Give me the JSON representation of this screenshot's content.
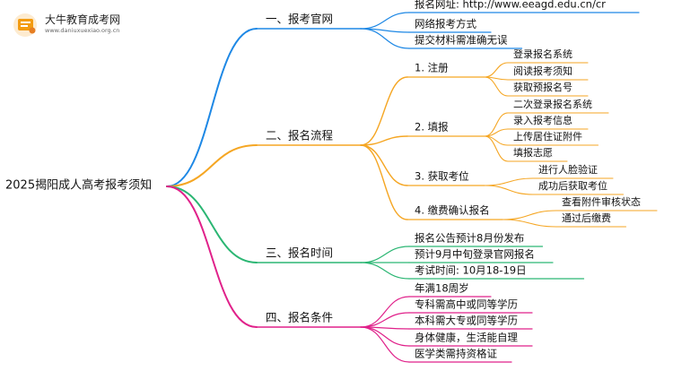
{
  "logo": {
    "title": "大牛教育成考网",
    "domain": "www.daniuxuexiao.org.cn"
  },
  "colors": {
    "blue": "#1e88e5",
    "orange": "#f5a623",
    "green": "#2bb673",
    "magenta": "#e0218a",
    "logo_orange": "#f39c12",
    "text": "#111111"
  },
  "root": {
    "label": "2025揭阳成人高考报考须知"
  },
  "branches": [
    {
      "label": "一、报考官网",
      "color": "blue",
      "children": [
        {
          "label": "报名网址: http://www.eeagd.edu.cn/cr"
        },
        {
          "label": "网络报考方式"
        },
        {
          "label": "提交材料需准确无误"
        }
      ]
    },
    {
      "label": "二、报名流程",
      "color": "orange",
      "children": [
        {
          "label": "1. 注册",
          "children": [
            {
              "label": "登录报名系统"
            },
            {
              "label": "阅读报考须知"
            },
            {
              "label": "获取预报名号"
            }
          ]
        },
        {
          "label": "2. 填报",
          "children": [
            {
              "label": "二次登录报名系统"
            },
            {
              "label": "录入报考信息"
            },
            {
              "label": "上传居住证附件"
            },
            {
              "label": "填报志愿"
            }
          ]
        },
        {
          "label": "3. 获取考位",
          "children": [
            {
              "label": "进行人脸验证"
            },
            {
              "label": "成功后获取考位"
            }
          ]
        },
        {
          "label": "4. 缴费确认报名",
          "children": [
            {
              "label": "查看附件审核状态"
            },
            {
              "label": "通过后缴费"
            }
          ]
        }
      ]
    },
    {
      "label": "三、报名时间",
      "color": "green",
      "children": [
        {
          "label": "报名公告预计8月份发布"
        },
        {
          "label": "预计9月中旬登录官网报名"
        },
        {
          "label": "考试时间: 10月18-19日"
        }
      ]
    },
    {
      "label": "四、报名条件",
      "color": "magenta",
      "children": [
        {
          "label": "年满18周岁"
        },
        {
          "label": "专科需高中或同等学历"
        },
        {
          "label": "本科需大专或同等学历"
        },
        {
          "label": "身体健康，生活能自理"
        },
        {
          "label": "医学类需持资格证"
        }
      ]
    }
  ]
}
